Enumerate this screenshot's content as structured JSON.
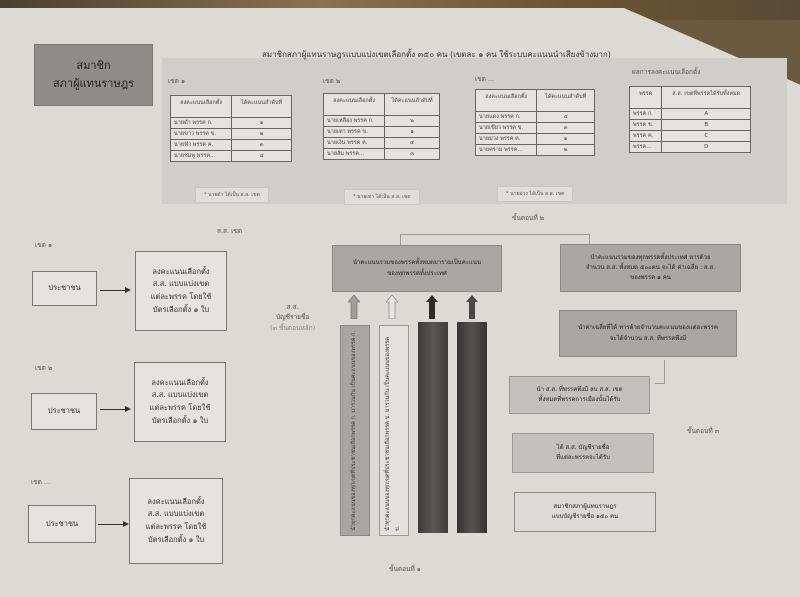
{
  "title_box": {
    "line1": "สมาชิก",
    "line2": "สภาผู้แทนราษฎร"
  },
  "main_title": "สมาชิกสภาผู้แทนราษฎรแบบแบ่งเขตเลือกตั้ง ๓๕๐ คน   (เขตละ ๑ คน ใช้ระบบคะแนนนำเสียงข้างมาก)",
  "districts": [
    {
      "label": "เขต ๑",
      "headers": [
        "ลงคะแนนเลือกตั้ง",
        "ได้คะแนนลำดับที่"
      ],
      "rows": [
        [
          "นายดำ   พรรค ก.",
          "๑"
        ],
        [
          "นายขาว  พรรค ข.",
          "๒"
        ],
        [
          "นายฟ้า   พรรค ค.",
          "๓"
        ],
        [
          "นายชมพู พรรค...",
          "๔"
        ]
      ],
      "note": "* นายดำ ได้เป็น ส.ส. เขต"
    },
    {
      "label": "เขต ๒",
      "headers": [
        "ลงคะแนนเลือกตั้ง",
        "ได้คะแนนลำดับที่"
      ],
      "rows": [
        [
          "นายเหลือง พรรค ก.",
          "๒"
        ],
        [
          "นายเทา    พรรค ข.",
          "๑"
        ],
        [
          "นายเงิน    พรรค ค.",
          "๔"
        ],
        [
          "นายส้ม    พรรค...",
          "๓"
        ]
      ],
      "note": "* นายเทา ได้เป็น ส.ส. เขต"
    },
    {
      "label": "เขต ...",
      "headers": [
        "ลงคะแนนเลือกตั้ง",
        "ได้คะแนนลำดับที่"
      ],
      "rows": [
        [
          "นายแดง พรรค ก.",
          "๔"
        ],
        [
          "นายเขียว พรรค ข.",
          "๓"
        ],
        [
          "นายม่วง พรรค ค.",
          "๑"
        ],
        [
          "นายคราม พรรค...",
          "๒"
        ]
      ],
      "note": "* นายม่วง ได้เป็น ส.ส. เขต"
    }
  ],
  "results": {
    "label": "ผลการลงคะแนนเลือกตั้ง",
    "headers": [
      "พรรค",
      "ส.ส. เขตที่พรรคได้รับทั้งหมด"
    ],
    "rows": [
      [
        "พรรค ก.",
        "A"
      ],
      [
        "พรรค ข.",
        "B"
      ],
      [
        "พรรค ค.",
        "C"
      ],
      [
        "พรรค...",
        "D"
      ]
    ]
  },
  "flow": {
    "ss_khet_label": "ส.ส. เขต",
    "party_list_label": {
      "line1": "ส.ส.",
      "line2": "บัญชีรายชื่อ",
      "line3": "(๓ ขั้นตอนหลัก)"
    },
    "voters": [
      {
        "district": "เขต ๑",
        "people": "ประชาชน",
        "vote": [
          "ลงคะแนนเลือกตั้ง",
          "ส.ส. แบบแบ่งเขต",
          "แต่ละพรรค โดยใช้",
          "บัตรเลือกตั้ง ๑ ใบ"
        ]
      },
      {
        "district": "เขต ๒",
        "people": "ประชาชน",
        "vote": [
          "ลงคะแนนเลือกตั้ง",
          "ส.ส. แบบแบ่งเขต",
          "แต่ละพรรค โดยใช้",
          "บัตรเลือกตั้ง ๑ ใบ"
        ]
      },
      {
        "district": "เขต ...",
        "people": "ประชาชน",
        "vote": [
          "ลงคะแนนเลือกตั้ง",
          "ส.ส. แบบแบ่งเขต",
          "แต่ละพรรค โดยใช้",
          "บัตรเลือกตั้ง ๑ ใบ"
        ]
      }
    ],
    "combine_box": [
      "นำคะแนนรวมของพรรคทั้งหมดมารวมเป็นคะแนน",
      "ของทุกพรรคทั้งประเทศ"
    ],
    "columns": [
      {
        "text": "นำทุกคะแนนของทุกเขตที่ประชาชนเลือกพรรค ก. มารวมกัน เป็นคะแนนของพรรค ก.",
        "shade": "#a8a6a3"
      },
      {
        "text": "นำทุกคะแนนของทุกเขตที่ประชาชนเลือกพรรค ข. มารวมกัน เป็นคะแนนของพรรค ข.",
        "shade": "#e2e1de"
      },
      {
        "text": "",
        "shade": "#4a4846"
      },
      {
        "text": "",
        "shade": "#3f3d3b"
      }
    ],
    "step1": "ขั้นตอนที่ ๑",
    "step2": "ขั้นตอนที่ ๒",
    "step3": "ขั้นตอนที่ ๓",
    "step2_box1": [
      "นำคะแนนรวมของทุกพรรคทั้งประเทศ หารด้วย",
      "จำนวน ส.ส. ทั้งหมด ๕๐๐คน จะได้ ค่าเฉลี่ย : ส.ส.",
      "ของพรรค ๑ คน"
    ],
    "step2_box2": [
      "นำค่าเฉลี่ยที่ได้ หารด้วยจำนวนคะแนนของแต่ละพรรค",
      "จะได้จำนวน  ส.ส.  ที่พรรคพึงมี"
    ],
    "step3_box1": [
      "นำ ส.ส. ที่พรรคพึงมี ลบ ส.ส. เขต",
      "ทั้งหมดที่พรรคการเมืองนั้นได้รับ"
    ],
    "step3_box2": [
      "ได้ ส.ส. บัญชีรายชื่อ",
      "ที่แต่ละพรรคจะได้รับ"
    ],
    "step3_box3": [
      "สมาชิกสภาผู้แทนราษฎร",
      "แบบบัญชีรายชื่อ  ๑๕๐ คน"
    ]
  }
}
